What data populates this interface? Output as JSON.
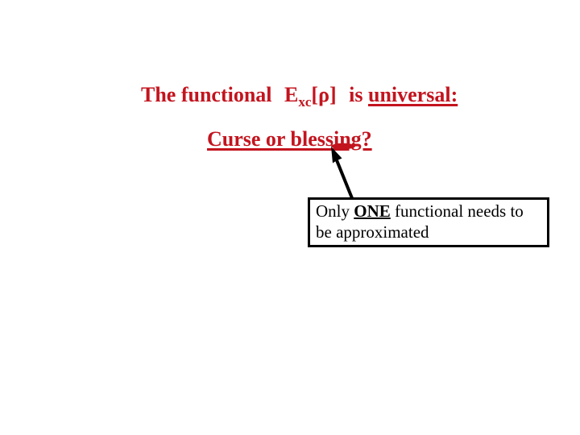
{
  "slide": {
    "background_color": "#ffffff",
    "accent_red": "#c3141e",
    "ink_black": "#000000",
    "title": {
      "prefix": "The functional",
      "functional_symbol": "E",
      "functional_subscript": "xc",
      "functional_argument": "[ρ]",
      "connector": "is",
      "underlined_word": "universal:"
    },
    "subtitle": "Curse or blessing?",
    "annotation": {
      "arrow_icon": "up-left-arrow",
      "red_mark": "underline-highlight"
    },
    "callout": {
      "line1_prefix": "Only",
      "line1_emphasis": "ONE",
      "line1_suffix": "functional needs to",
      "line2": "be approximated"
    }
  }
}
